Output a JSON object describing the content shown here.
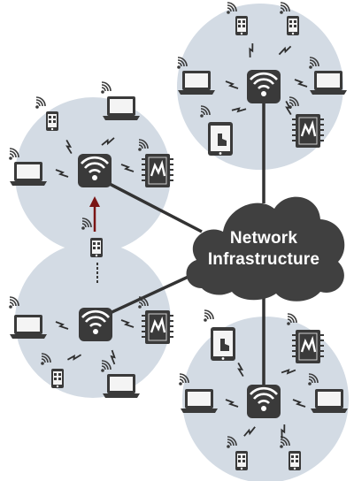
{
  "cloud": {
    "line1": "Network",
    "line2": "Infrastructure"
  },
  "colors": {
    "cell": "#d3dbe4",
    "device": "#3a3a3a",
    "cloud": "#404040",
    "link": "#333333",
    "roam_arrow": "#7a1414"
  },
  "cells": [
    {
      "id": "top-right",
      "devices": [
        "phone",
        "phone",
        "laptop",
        "laptop",
        "tablet",
        "board"
      ]
    },
    {
      "id": "left-upper",
      "devices": [
        "phone",
        "laptop",
        "laptop",
        "board"
      ]
    },
    {
      "id": "left-lower",
      "devices": [
        "laptop",
        "board",
        "phone",
        "laptop"
      ]
    },
    {
      "id": "bottom-right",
      "devices": [
        "tablet",
        "board",
        "laptop",
        "laptop",
        "phone",
        "phone"
      ]
    }
  ],
  "icons": [
    "wifi-access-point-icon",
    "laptop-icon",
    "phone-icon",
    "tablet-icon",
    "microcontroller-board-icon",
    "wifi-signal-icon",
    "cloud-icon"
  ]
}
